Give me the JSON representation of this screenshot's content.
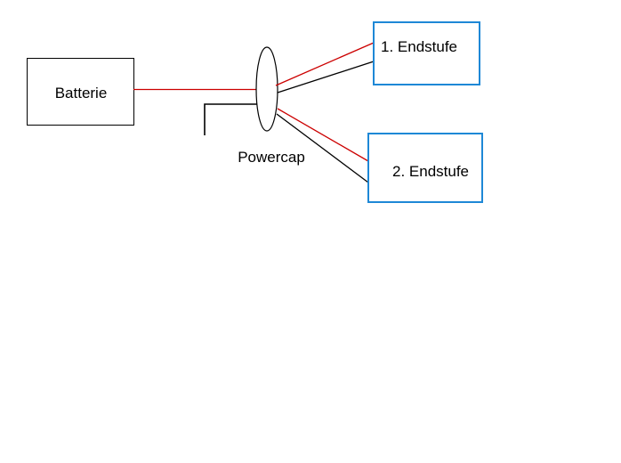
{
  "diagram": {
    "battery": {
      "label": "Batterie"
    },
    "powercap": {
      "label": "Powercap"
    },
    "amp1": {
      "label": "1. Endstufe"
    },
    "amp2": {
      "label": "2. Endstufe"
    }
  },
  "colors": {
    "background": "#ffffff",
    "positive_wire": "#cc0000",
    "ground_wire": "#000000",
    "battery_border": "#000000",
    "amp_border": "#1e88d6"
  }
}
